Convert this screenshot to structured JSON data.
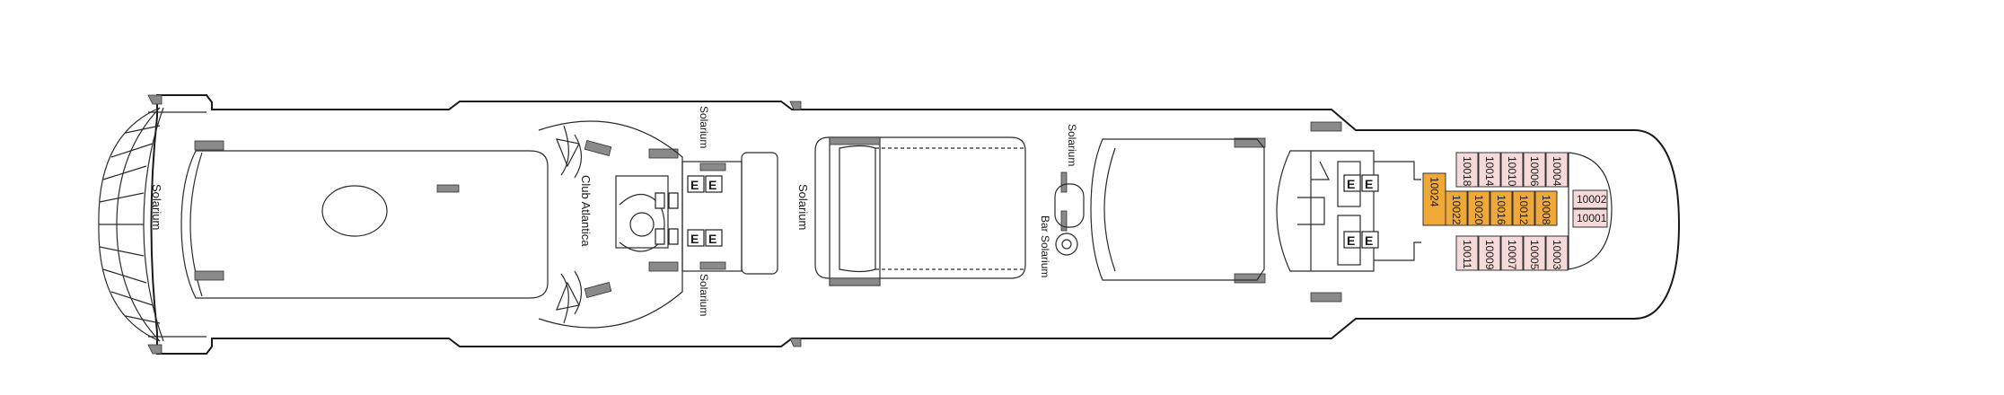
{
  "labels": {
    "solarium_aft": "Solarium",
    "club_atlantica": "Club Atlantica",
    "solarium_top_mid": "Solarium",
    "solarium_bottom_mid": "Solarium",
    "solarium_center": "Solarium",
    "solarium_fwd": "Solarium",
    "bar_solarium": "Bar Solarium"
  },
  "elevator_glyph": "E",
  "colors": {
    "suite": "#f6d9d9",
    "suite_special": "#f0a838",
    "line": "#1a1a1a"
  },
  "cabins": {
    "top_row": [
      "10018",
      "10014",
      "10010",
      "10006",
      "10004"
    ],
    "middle_row": [
      "10024",
      "10022",
      "10020",
      "10016",
      "10012",
      "10008"
    ],
    "bottom_row": [
      "10011",
      "10009",
      "10007",
      "10005",
      "10003"
    ],
    "bow": [
      "10002",
      "10001"
    ]
  }
}
